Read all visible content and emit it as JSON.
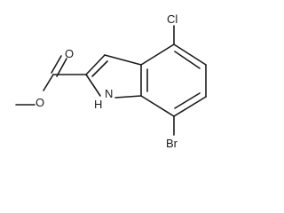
{
  "molecule": {
    "atoms": {
      "chlorine": "Cl",
      "bromine": "Br",
      "nitrogen": "N",
      "hydrogen": "H",
      "carbonyl_oxygen": "O",
      "ester_oxygen": "O"
    },
    "colors": {
      "ink": "#1a1a1a",
      "background": "#ffffff"
    }
  }
}
